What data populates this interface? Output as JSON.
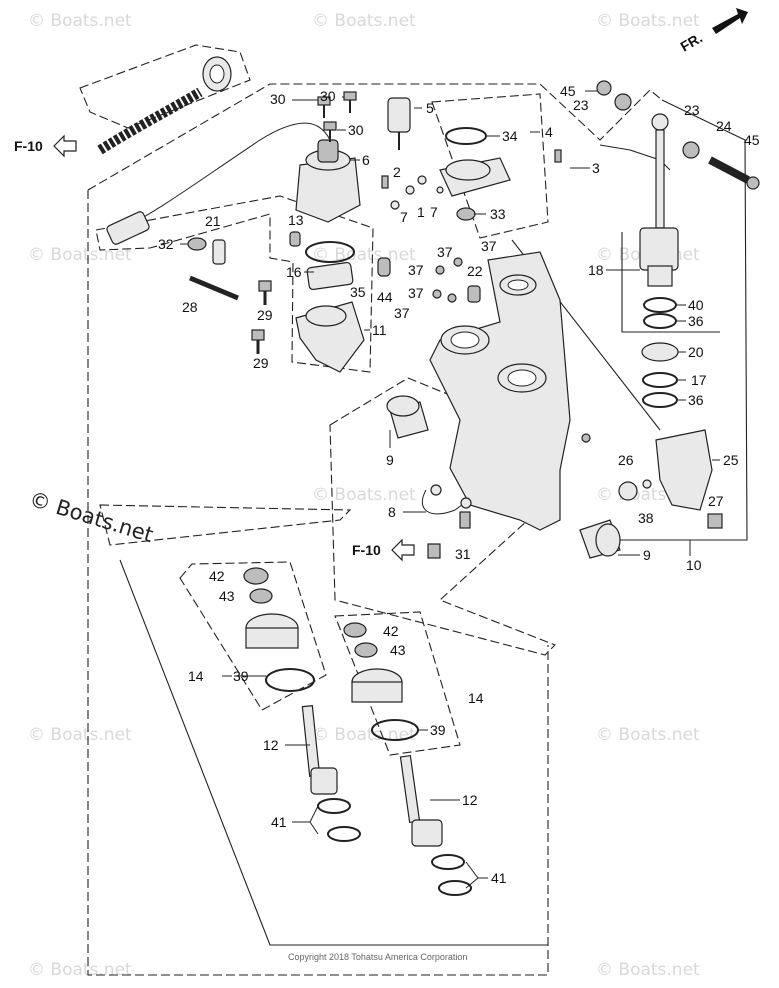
{
  "watermark": "© Boats.net",
  "copyright": "Copyright 2018 Tohatsu America Corporation",
  "front_marker": "FR.",
  "references": [
    "F-10",
    "F-10"
  ],
  "callouts": [
    "30",
    "30",
    "5",
    "30",
    "34",
    "4",
    "6",
    "2",
    "3",
    "45",
    "23",
    "23",
    "24",
    "45",
    "1",
    "7",
    "7",
    "33",
    "13",
    "21",
    "32",
    "37",
    "37",
    "16",
    "44",
    "35",
    "37",
    "22",
    "37",
    "18",
    "28",
    "29",
    "11",
    "40",
    "36",
    "29",
    "20",
    "17",
    "36",
    "37",
    "9",
    "25",
    "26",
    "38",
    "27",
    "8",
    "31",
    "9",
    "10",
    "42",
    "43",
    "39",
    "14",
    "42",
    "43",
    "14",
    "39",
    "12",
    "12",
    "41",
    "41"
  ]
}
